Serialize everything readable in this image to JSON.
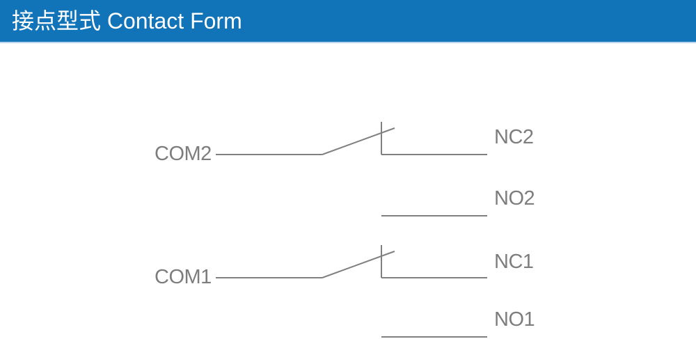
{
  "header": {
    "title": "接点型式 Contact Form"
  },
  "colors": {
    "header_bg": "#1173b8",
    "header_border_bottom": "#b6d5ec",
    "header_text": "#ffffff",
    "circuit_line": "#808080",
    "label_text": "#7d7d7d"
  },
  "diagram": {
    "type": "relay-contact-form-schematic",
    "poles": [
      {
        "com": "COM2",
        "nc": "NC2",
        "no": "NO2"
      },
      {
        "com": "COM1",
        "nc": "NC1",
        "no": "NO1"
      }
    ]
  }
}
